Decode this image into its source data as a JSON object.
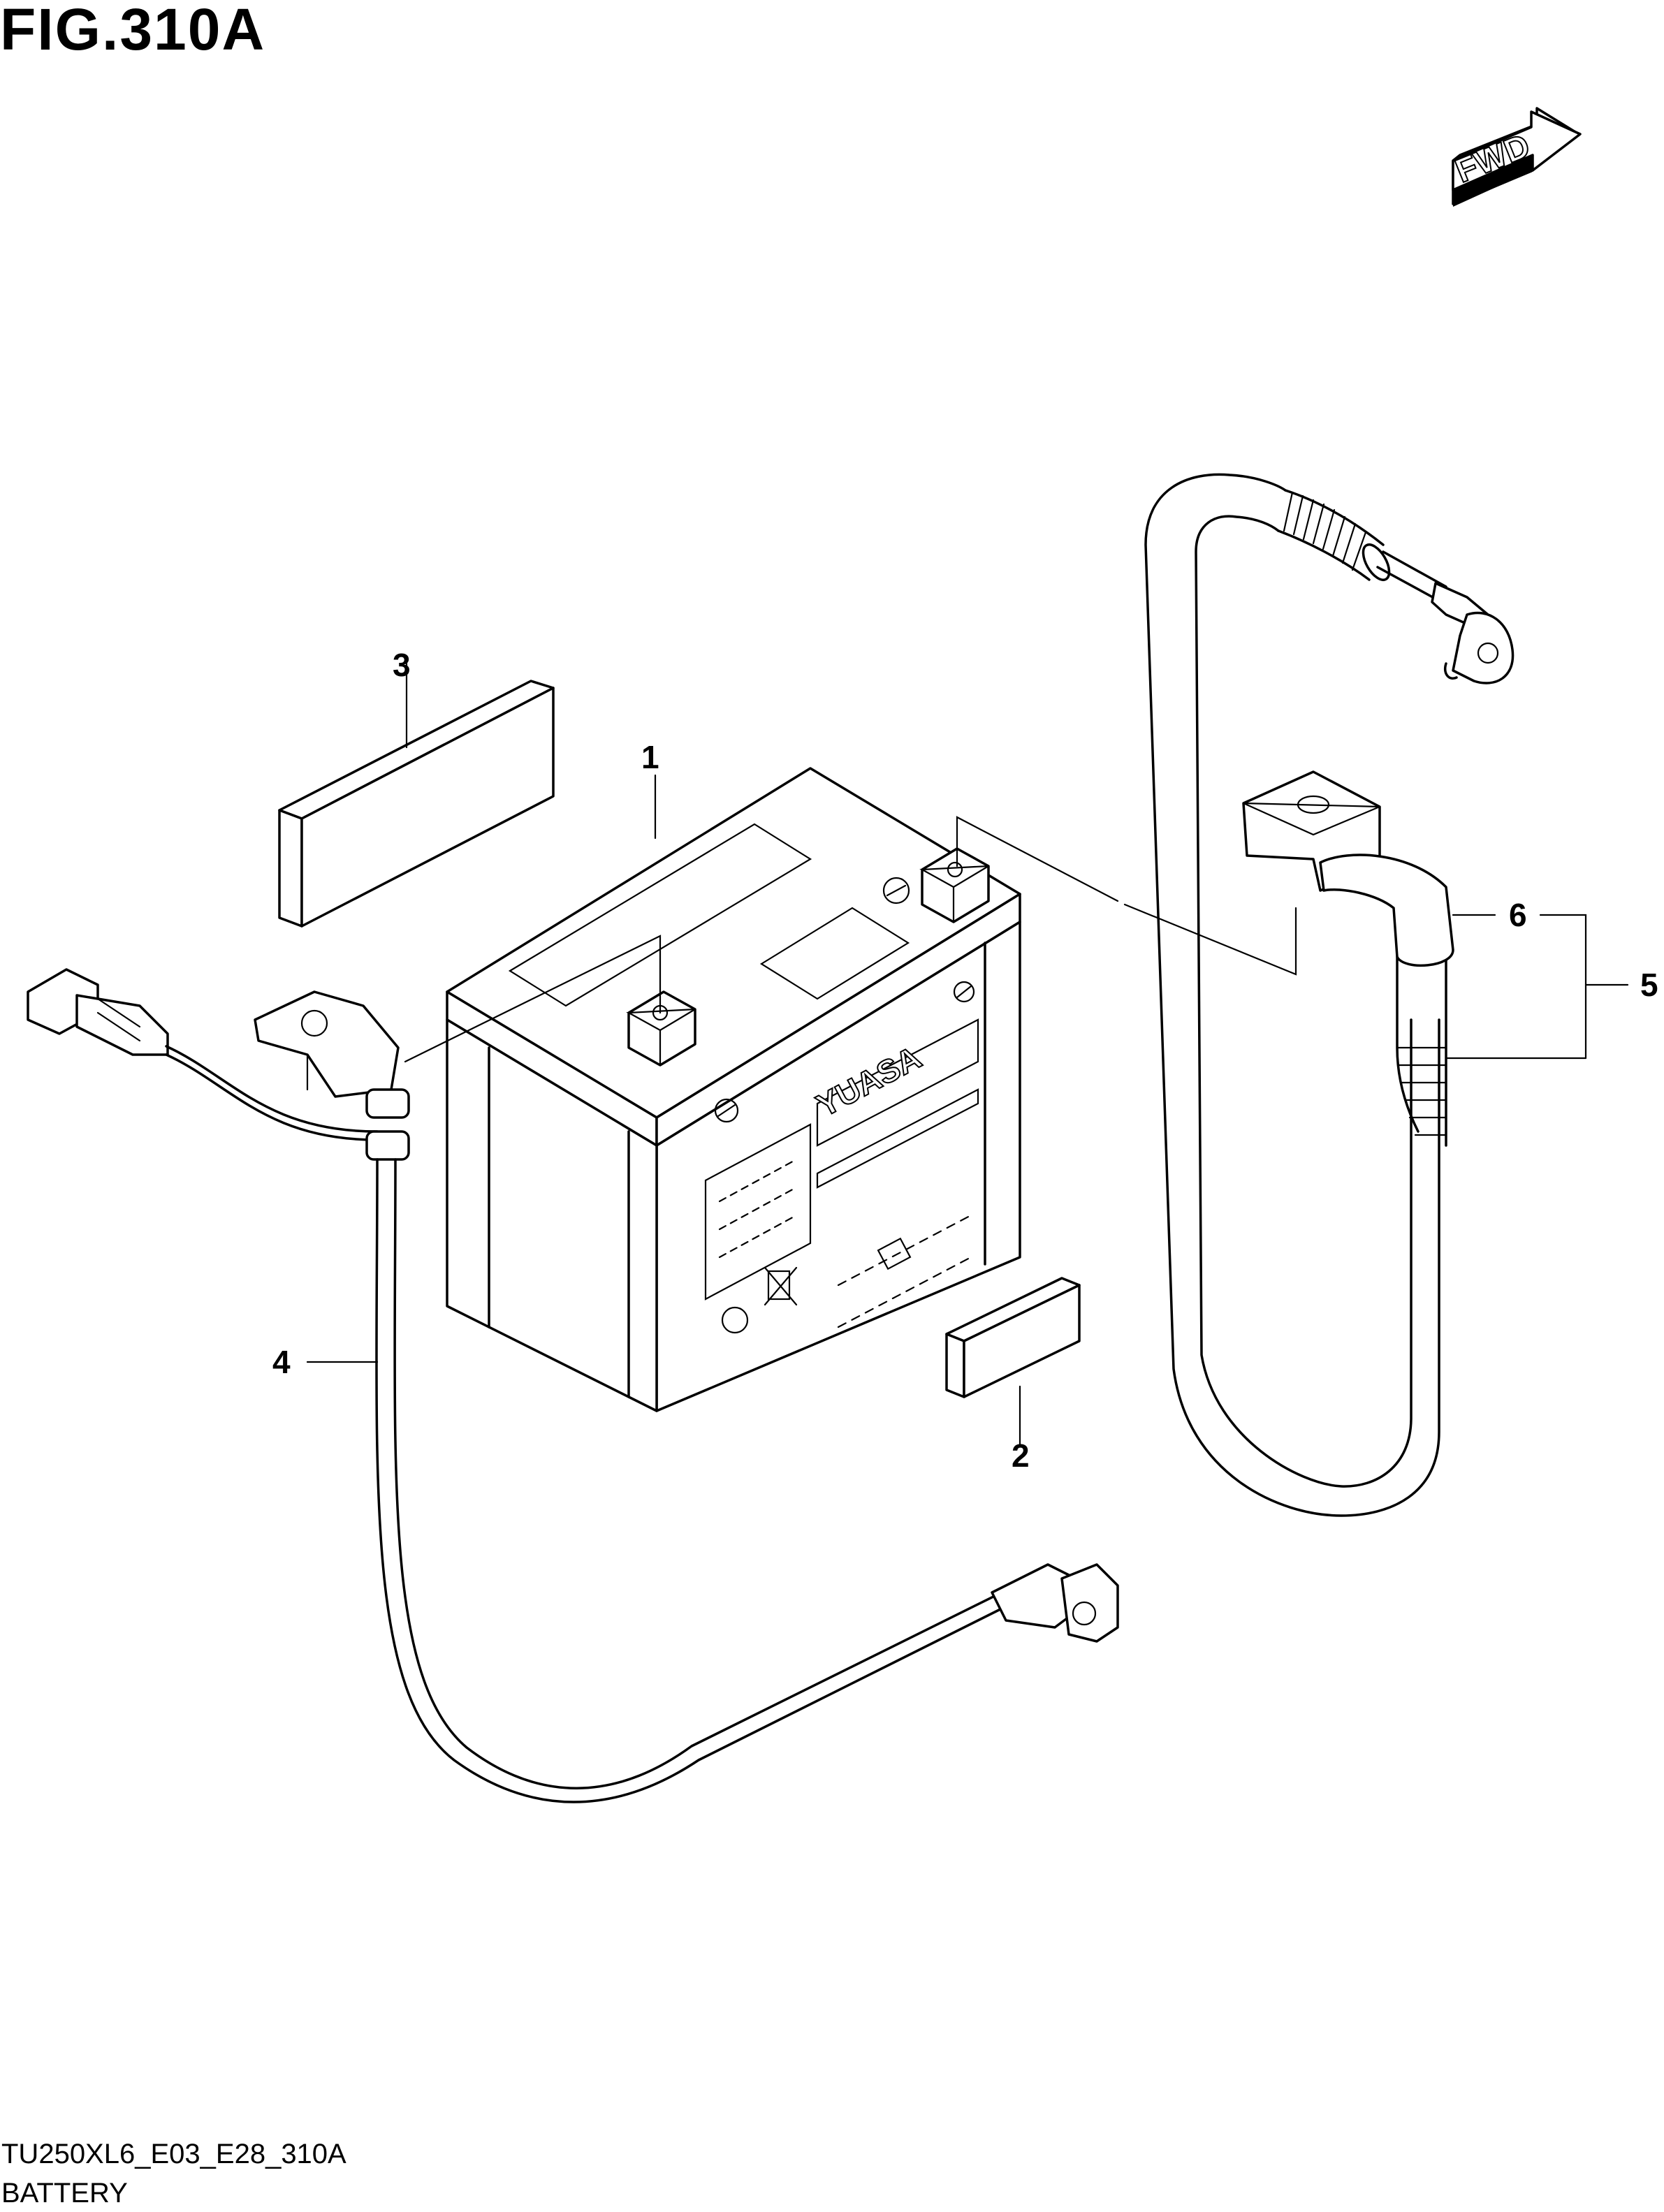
{
  "figure": {
    "title": "FIG.310A",
    "code": "TU250XL6_E03_E28_310A",
    "name": "BATTERY",
    "direction_label": "FWD",
    "battery_brand": "YUASA"
  },
  "callouts": {
    "c1": "1",
    "c2": "2",
    "c3": "3",
    "c4": "4",
    "c5": "5",
    "c6": "6"
  }
}
